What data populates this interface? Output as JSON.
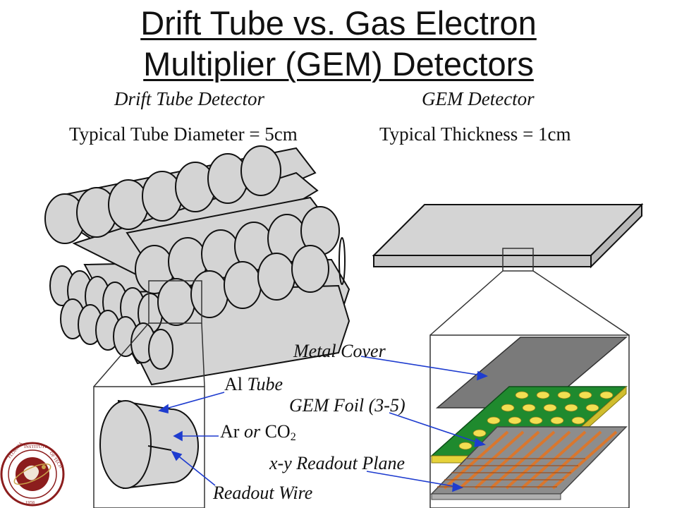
{
  "title": {
    "line1": "Drift Tube vs. Gas Electron",
    "line2": "Multiplier (GEM) Detectors"
  },
  "drift": {
    "heading": "Drift Tube Detector",
    "spec": "Typical Tube Diameter = 5cm",
    "labels": {
      "al": "Al",
      "tube": "Tube",
      "ar": "Ar",
      "or": "or",
      "co": "CO",
      "co_sub": "2",
      "wire": "Readout Wire"
    }
  },
  "gem": {
    "heading": "GEM Detector",
    "spec": "Typical Thickness = 1cm",
    "labels": {
      "cover": "Metal Cover",
      "foil": "GEM Foil (3-5)",
      "readout": "x-y Readout Plane"
    }
  },
  "logo": {
    "text": "FLORIDA INSTITUTE OF TECHNOLOGY",
    "year": "1958"
  },
  "colors": {
    "tube_fill": "#d4d4d4",
    "metal_cover": "#7a7a7a",
    "gem_foil": "#1f8a2e",
    "gem_holes": "#f2df52",
    "foil_edge": "#e6d23a",
    "readout_strips": "#d9772e",
    "seal_red": "#8c1d1d",
    "arrow_blue": "#1e3ccf"
  }
}
